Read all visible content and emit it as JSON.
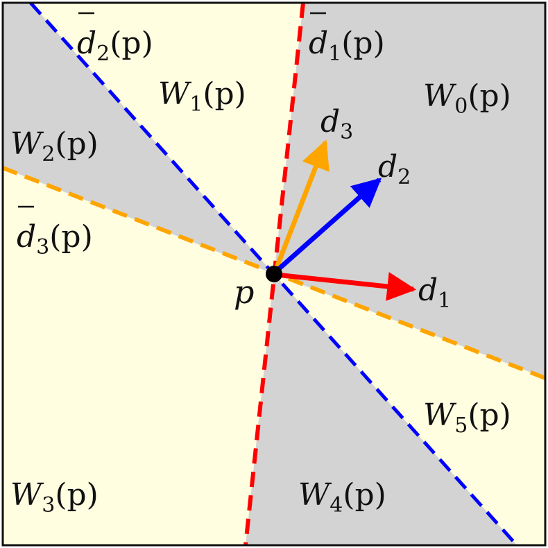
{
  "colors": {
    "background": "#ffffffe0",
    "region_gray": "#d3d3d3",
    "region_yellow": "#fffee0",
    "border": "#111111",
    "red": "#ff0000",
    "blue": "#0000ff",
    "orange": "#ffa500",
    "point": "#000000"
  },
  "point": {
    "label": "p"
  },
  "regions": [
    {
      "base": "W",
      "sub": "0",
      "arg": "(p)"
    },
    {
      "base": "W",
      "sub": "1",
      "arg": "(p)"
    },
    {
      "base": "W",
      "sub": "2",
      "arg": "(p)"
    },
    {
      "base": "W",
      "sub": "3",
      "arg": "(p)"
    },
    {
      "base": "W",
      "sub": "4",
      "arg": "(p)"
    },
    {
      "base": "W",
      "sub": "5",
      "arg": "(p)"
    }
  ],
  "vectors": [
    {
      "base": "d",
      "sub": "1",
      "color": "#ff0000"
    },
    {
      "base": "d",
      "sub": "2",
      "color": "#0000ff"
    },
    {
      "base": "d",
      "sub": "3",
      "color": "#ffa500"
    }
  ],
  "lines": [
    {
      "base": "d",
      "sub": "1",
      "arg": "(p)",
      "overline": true,
      "color": "#ff0000",
      "style": "dashed"
    },
    {
      "base": "d",
      "sub": "2",
      "arg": "(p)",
      "overline": true,
      "color": "#0000ff",
      "style": "dashed"
    },
    {
      "base": "d",
      "sub": "3",
      "arg": "(p)",
      "overline": true,
      "color": "#ffa500",
      "style": "dashed"
    }
  ]
}
